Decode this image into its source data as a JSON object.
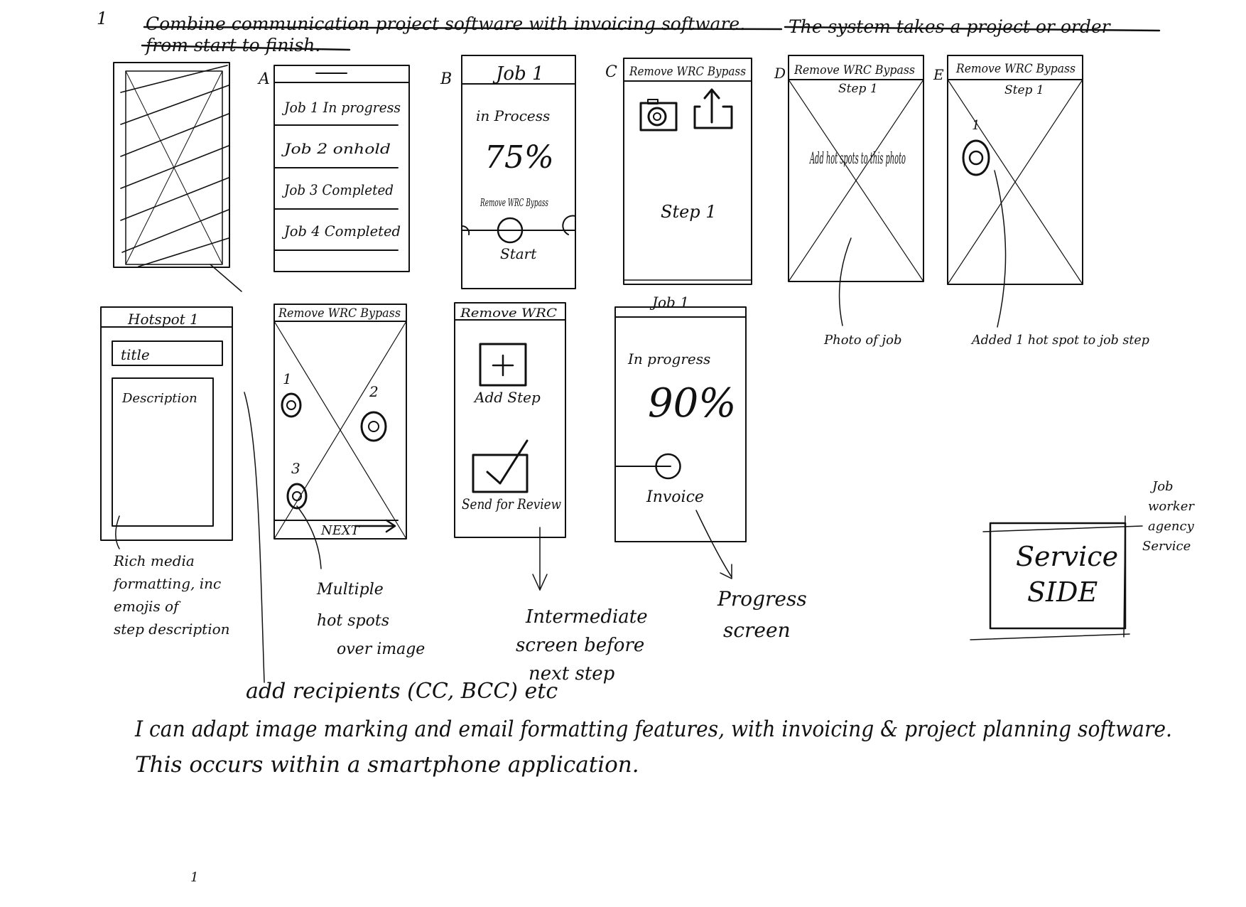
{
  "header": {
    "struck_text": "Combine communication project software with invoicing software.",
    "text": "The system takes a project or order",
    "struck_text_2": "from start to finish."
  },
  "corner_marks": {
    "top_left": "1",
    "bottom_left": "1"
  },
  "screens": {
    "a": {
      "letter": "A",
      "jobs": [
        {
          "label": "Job 1 In progress"
        },
        {
          "label": "Job 2 onhold"
        },
        {
          "label": "Job 3 Completed"
        },
        {
          "label": "Job 4 Completed"
        }
      ]
    },
    "b": {
      "letter": "B",
      "title": "Job 1",
      "status": "in Process",
      "percent": "75%",
      "step_label": "Remove WRC Bypass",
      "start_label": "Start",
      "progress": 0.75
    },
    "c": {
      "letter": "C",
      "title": "Remove WRC Bypass",
      "step": "Step 1",
      "icons": [
        "camera-icon",
        "upload-icon"
      ]
    },
    "d": {
      "letter": "D",
      "title": "Remove WRC Bypass",
      "subtitle": "Step 1",
      "body": "Add hot spots to this photo"
    },
    "e": {
      "letter": "E",
      "title": "Remove WRC Bypass",
      "subtitle": "Step 1",
      "hotspot_number": "1"
    },
    "f": {
      "title": "Hotspot 1",
      "title_field": "title",
      "description_field": "Description"
    },
    "g": {
      "title": "Remove WRC Bypass",
      "hotspots": [
        "1",
        "2",
        "3"
      ],
      "next_label": "NEXT"
    },
    "h": {
      "title": "Remove WRC",
      "add_step": "Add Step",
      "send_review": "Send for Review"
    },
    "i": {
      "title": "Job 1",
      "status": "In progress",
      "percent": "90%",
      "invoice": "Invoice",
      "progress": 0.9
    }
  },
  "notes": {
    "photo_of_job": "Photo of job",
    "added_hotspot": "Added 1 hot spot to job step",
    "rich_media": "Rich media formatting, inc emojis of step description",
    "add_recipients": "add recipients (CC, BCC) etc",
    "multiple_hotspots": "Multiple hot spots over image",
    "intermediate": "Intermediate screen before next step",
    "progress_screen": "Progress screen"
  },
  "service": {
    "label_line1": "Service",
    "label_line2": "SIDE",
    "note": "Job worker agency Service"
  },
  "footer": {
    "line1": "I can adapt image marking and email formatting features, with invoicing & project planning software.",
    "line2": "This occurs within a smartphone application."
  }
}
